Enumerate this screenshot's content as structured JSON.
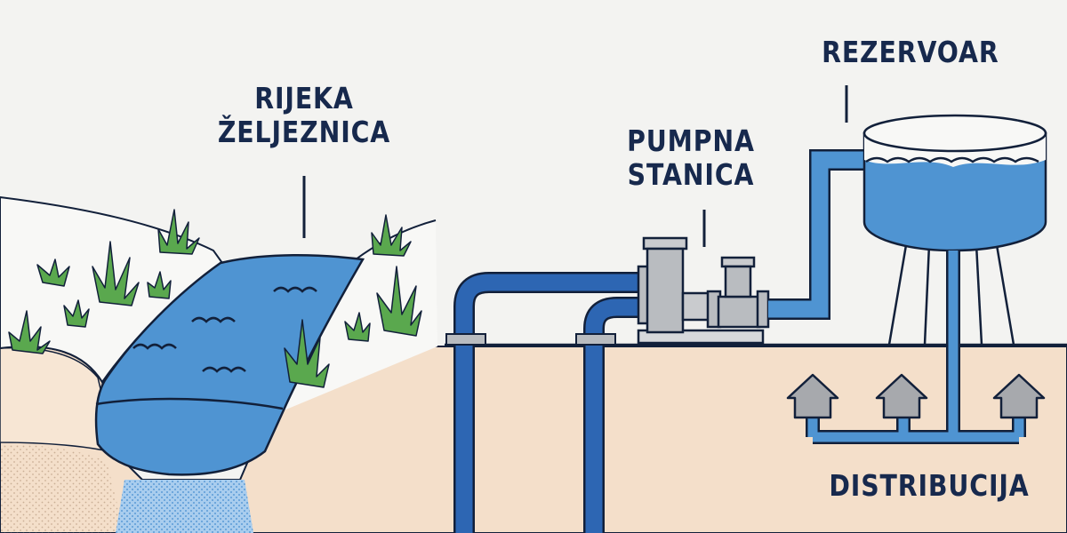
{
  "labels": {
    "river": [
      "RIJEKA",
      "ŽELJEZNICA"
    ],
    "pump_station": [
      "PUMPNA",
      "STANICA"
    ],
    "reservoir": "REZERVOAR",
    "distribution": "DISTRIBUCIJA"
  },
  "colors": {
    "background": "#f3f3f1",
    "ground": "#f4dfca",
    "water": "#4f94d2",
    "water_light": "#8fc0e8",
    "pipe": "#2d66b3",
    "outline": "#12203a",
    "grass": "#5aa84e",
    "grass_light": "#9fd08a",
    "machine": "#b9bcc0",
    "house": "#a7a9ad",
    "label": "#17294d"
  },
  "icons": [
    "grass-tuft-icon",
    "pump-icon",
    "house-icon",
    "water-tower-icon"
  ]
}
